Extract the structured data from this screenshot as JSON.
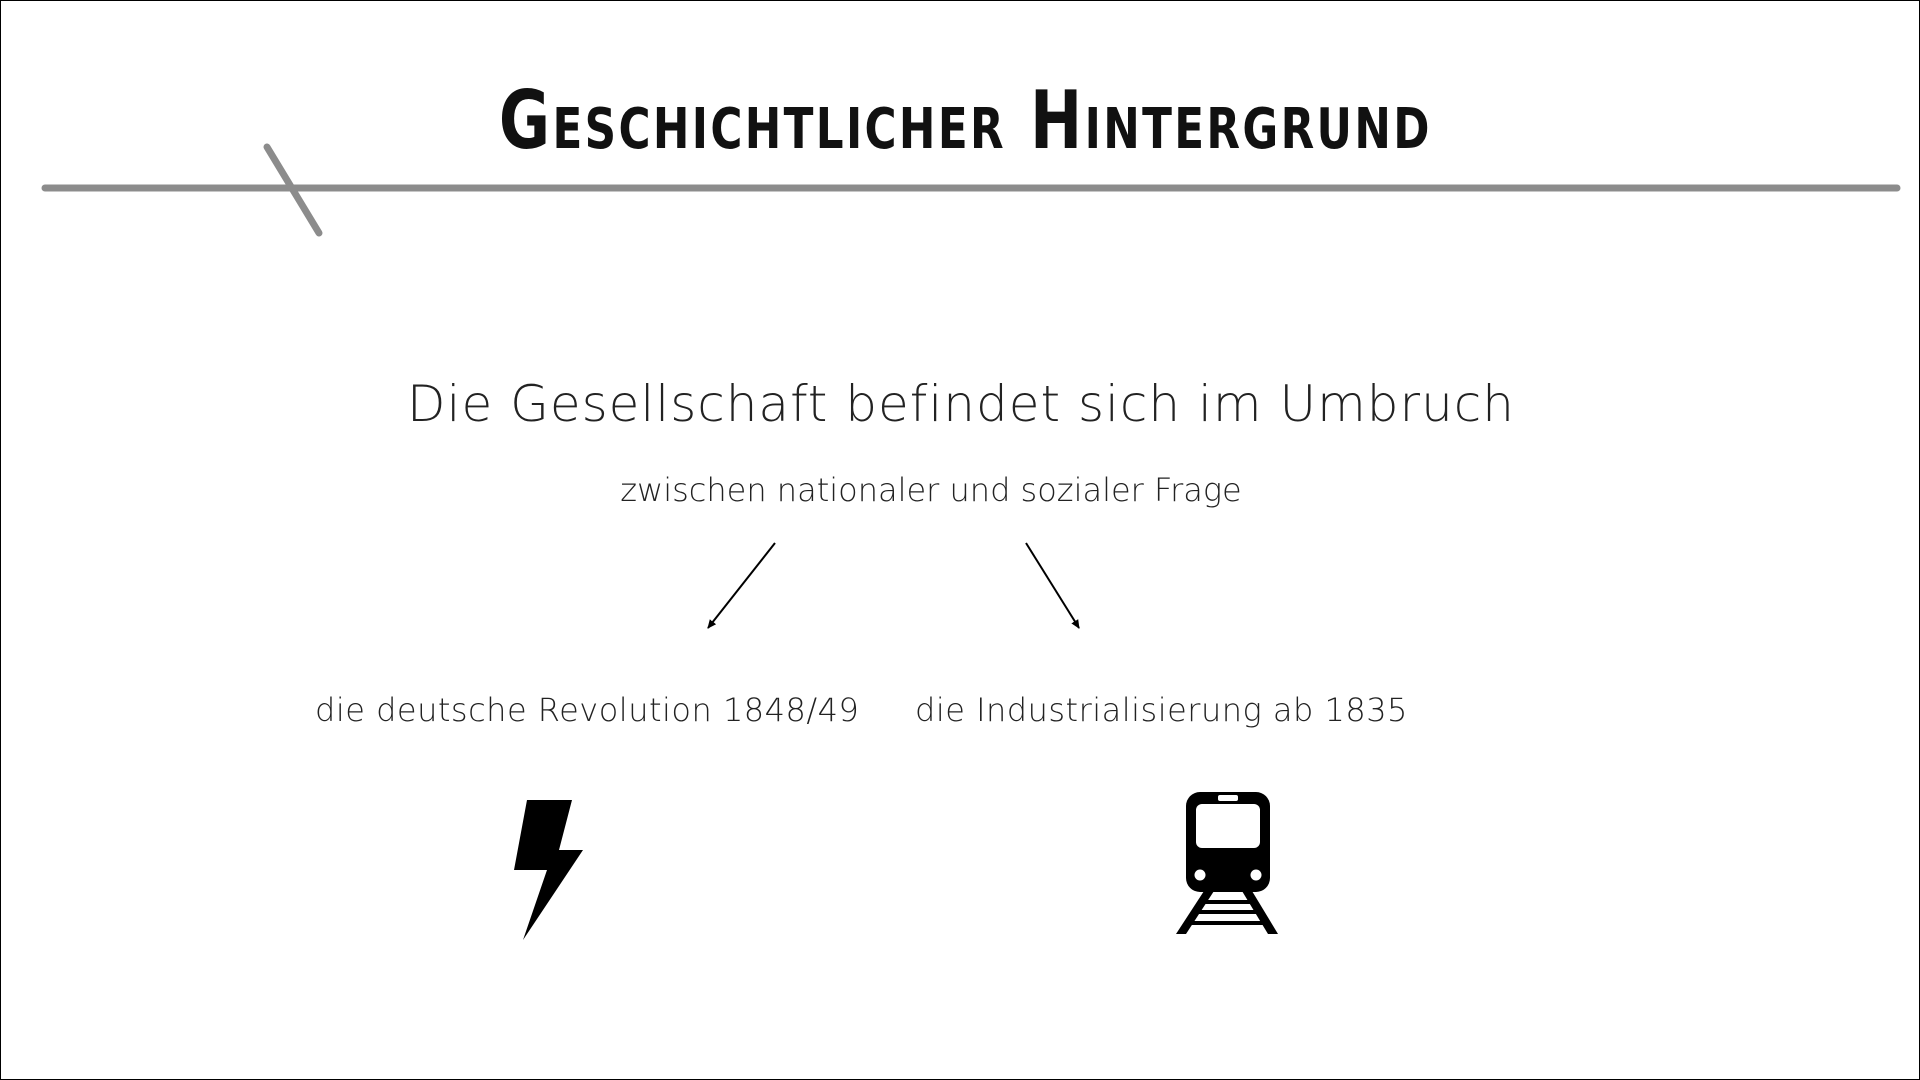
{
  "title": "Geschichtlicher Hintergrund",
  "headline": "Die Gesellschaft befindet sich im Umbruch",
  "subheadline": "zwischen nationaler und sozialer Frage",
  "branches": {
    "left": {
      "label": "die deutsche Revolution 1848/49",
      "icon": "lightning-bolt-icon"
    },
    "right": {
      "label": "die Industrialisierung ab 1835",
      "icon": "train-icon"
    }
  },
  "colors": {
    "text": "#222222",
    "rule": "#8c8c8c",
    "icon": "#000000"
  }
}
